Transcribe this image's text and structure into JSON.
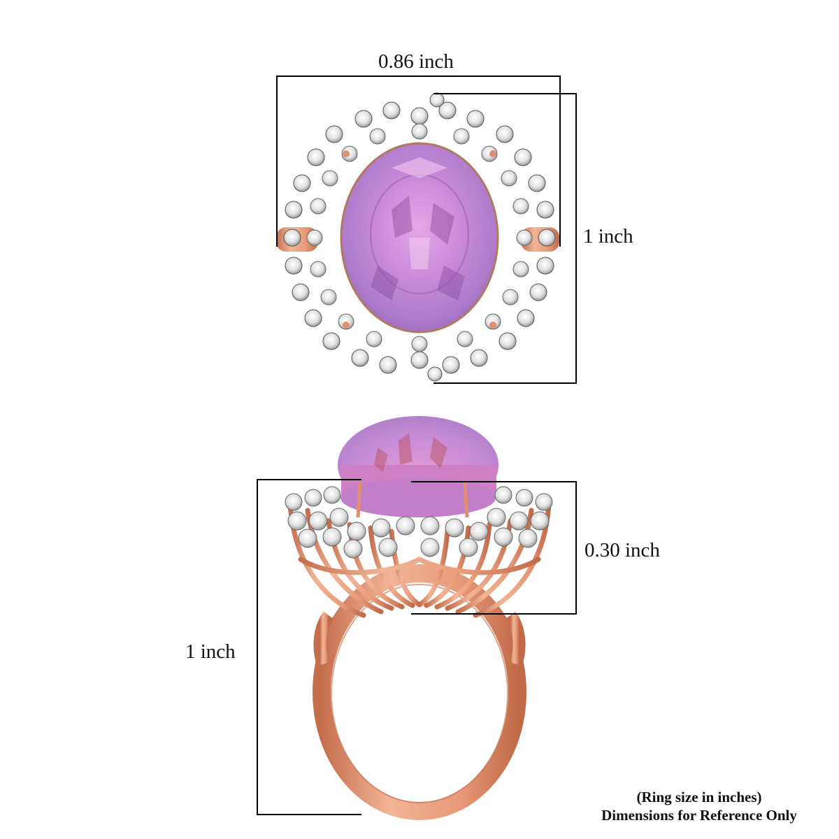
{
  "product": {
    "metal_color": "#e8a07e",
    "metal_shadow": "#c46e4c",
    "gem_color": "#c888d8",
    "gem_dark": "#8a4aa0",
    "accent_stone_color": "#f4f4f4"
  },
  "top_view": {
    "width_label": "0.86 inch",
    "height_label": "1 inch"
  },
  "side_view": {
    "height_label": "1 inch",
    "setting_height_label": "0.30 inch"
  },
  "footer": {
    "line1": "(Ring size in inches)",
    "line2": "Dimensions for Reference Only"
  }
}
